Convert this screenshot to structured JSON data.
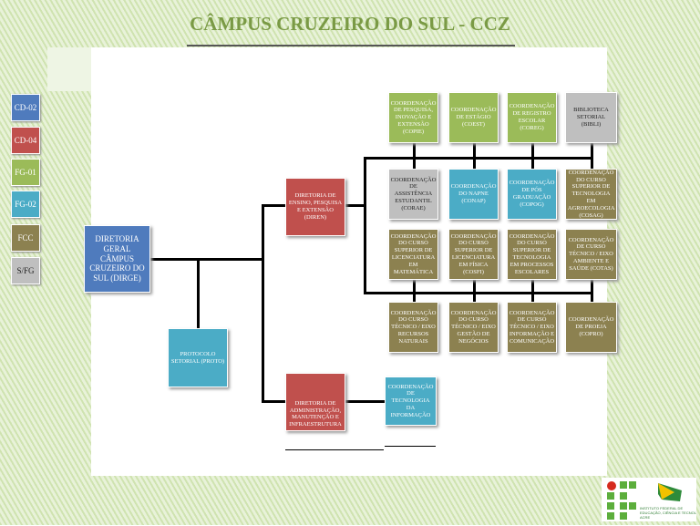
{
  "title": "CÂMPUS CRUZEIRO DO SUL - CCZ",
  "legend": [
    "CD-02",
    "CD-04",
    "FG-01",
    "FG-02",
    "FCC",
    "S/FG"
  ],
  "colors": {
    "blue": "#4f7bbd",
    "red": "#c0504d",
    "green": "#9bbb59",
    "teal": "#4bacc6",
    "olive": "#8c8150",
    "gray": "#bfbfbf",
    "title": "#7a9a45"
  },
  "nodes": {
    "dirge": "DIRETORIA GERAL CÂMPUS CRUZEIRO DO SUL (DIRGE)",
    "proto": "PROTOCOLO SETORIAL (PROTO)",
    "diren": "DIRETORIA DE ENSINO, PESQUISA E EXTENSÃO (DIREN)",
    "diram": "DIRETORIA DE ADMINISTRAÇÃO, MANUTENÇÃO E INFRAESTRUTURA",
    "cti": "COORDENAÇÃO DE TECNOLOGIA DA INFORMAÇÃO",
    "grid": [
      [
        "COORDENAÇÃO DE PESQUISA, INOVAÇÃO E EXTENSÃO (COPIE)",
        "COORDENAÇÃO DE ESTÁGIO (COEST)",
        "COORDENAÇÃO DE REGISTRO ESCOLAR (COREG)",
        "BIBLIOTECA SETORIAL (BIBLI)"
      ],
      [
        "COORDENAÇÃO DE ASSISTÊNCIA ESTUDANTIL (CORAE)",
        "COORDENAÇÃO DO NAPNE (CONAP)",
        "COORDENAÇÃO DE PÓS GRADUAÇÃO (COPOG)",
        "COORDENAÇÃO DO CURSO SUPERIOR DE TECNOLOGIA EM AGROECOLOGIA (COSAG)"
      ],
      [
        "COORDENAÇÃO DO CURSO SUPERIOR DE LICENCIATURA EM MATEMÁTICA",
        "COORDENAÇÃO DO CURSO SUPERIOR DE LICENCIATURA EM FÍSICA (COSFI)",
        "COORDENAÇÃO DO CURSO SUPERIOR DE TECNOLOGIA EM PROCESSOS ESCOLARES",
        "COORDENAÇÃO DE CURSO TÉCNICO / EIXO AMBIENTE E SAÚDE (COTAS)"
      ],
      [
        "COORDENAÇÃO DO CURSO TÉCNICO / EIXO RECURSOS NATURAIS",
        "COORDENAÇÃO DO CURSO TÉCNICO / EIXO GESTÃO DE NEGÓCIOS",
        "COORDENAÇÃO DE CURSO TÉCNICO / EIXO INFORMAÇÃO E COMUNICAÇÃO",
        "COORDENAÇÃO DE PROEJA (COPRO)"
      ]
    ]
  },
  "logo_text": "INSTITUTO FEDERAL DE EDUCAÇÃO, CIÊNCIA E TECNOLOGIA ACRE"
}
